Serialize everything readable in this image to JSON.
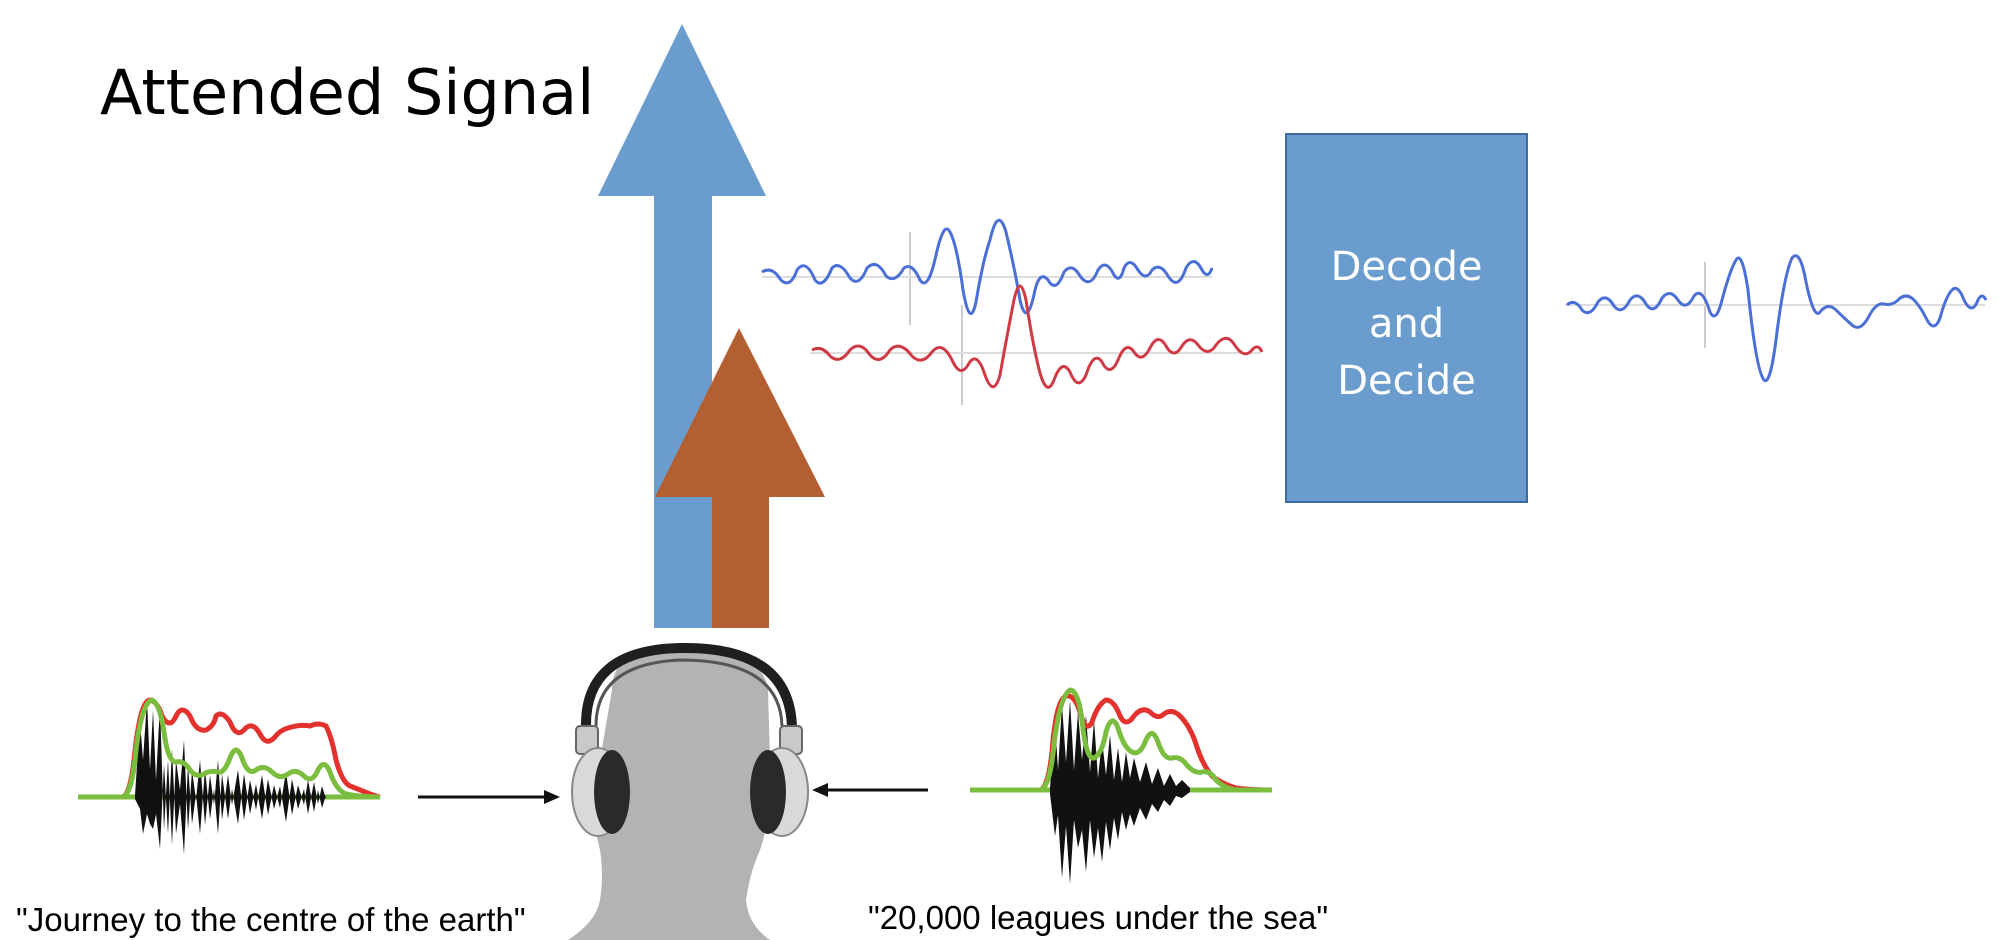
{
  "title": "Attended Signal",
  "decoder": {
    "line1": "Decode",
    "line2": "and",
    "line3": "Decide"
  },
  "captions": {
    "left": "\"Journey to the centre of the earth\"",
    "right": "\"20,000 leagues under the sea\""
  },
  "colors": {
    "attended_arrow": "#6a9dcd",
    "unattended_arrow": "#b45f31",
    "attended_wave": "#4a6fd6",
    "unattended_wave": "#d03a45",
    "envelope_red": "#e3312d",
    "envelope_green": "#7bbd3f",
    "head": "#b3b3b3"
  }
}
